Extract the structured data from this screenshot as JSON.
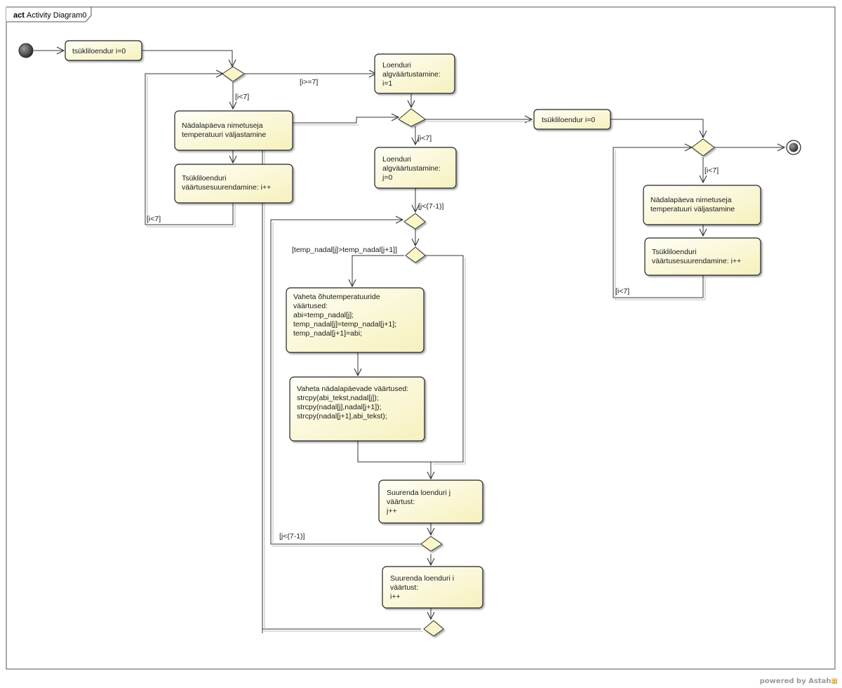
{
  "frame": {
    "keyword": "act",
    "name": "Activity Diagram0"
  },
  "nodes": {
    "init_i_a": [
      "tsükliloendur i=0"
    ],
    "print_a": [
      "Nädalapäeva nimetuseja",
      "temperatuuri väljastamine"
    ],
    "incr_a": [
      "Tsükliloenduri",
      "väärtusesuurendamine: i++"
    ],
    "init_i1": [
      "Loenduri",
      "algväärtustamine:",
      "i=1"
    ],
    "init_j0": [
      "Loenduri",
      "algväärtustamine:",
      "j=0"
    ],
    "swap_temp": [
      "Vaheta õhutemperatuuride",
      "väärtused:",
      "",
      "abi=temp_nadal[j];",
      "temp_nadal[j]=temp_nadal[j+1];",
      "temp_nadal[j+1]=abi;"
    ],
    "swap_days": [
      "Vaheta nädalapäevade väärtused:",
      "",
      "strcpy(abi_tekst,nadal[j]);",
      "strcpy(nadal[j],nadal[j+1]);",
      "strcpy(nadal[j+1],abi_tekst);"
    ],
    "incr_j": [
      "Suurenda loenduri j",
      "väärtust:",
      "j++"
    ],
    "incr_i": [
      "Suurenda loenduri i",
      "väärtust:",
      "i++"
    ],
    "init_i_b": [
      "tsükliloendur i=0"
    ],
    "print_b": [
      "Nädalapäeva nimetuseja",
      "temperatuuri väljastamine"
    ],
    "incr_b": [
      "Tsükliloenduri",
      "väärtusesuurendamine: i++"
    ]
  },
  "guards": {
    "g1": "[i<7]",
    "g2": "[i>=7]",
    "g3": "[i<7]",
    "g4": "[i<7]",
    "g5": "[j<(7-1)]",
    "g6": "[temp_nadal[j]>temp_nadal[j+1]]",
    "g7": "[j<(7-1)]",
    "g8": "[i<7]",
    "g9": "[i<7]"
  },
  "footer": {
    "text": "powered by Astah",
    "logo": "astah-logo-icon"
  },
  "colors": {
    "node_fill_top": "#fffef2",
    "node_fill_bottom": "#f8f4c0",
    "line": "#444444"
  }
}
